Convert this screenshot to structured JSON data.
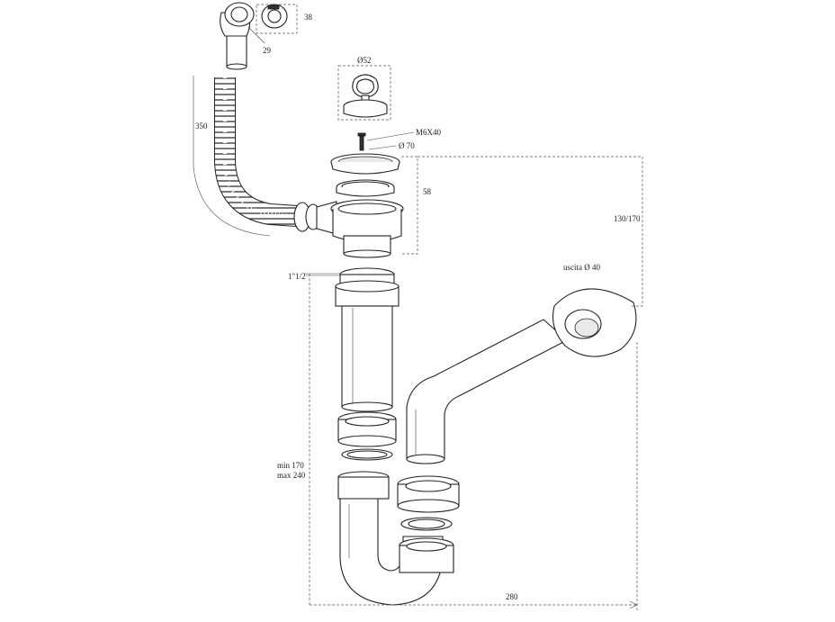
{
  "labels": {
    "d38": "38",
    "d29": "29",
    "d350": "350",
    "d52": "Ø52",
    "screw": "M6X40",
    "d70": "Ø 70",
    "d58": "58",
    "d130_170": "130/170",
    "uscita": "uscita  Ø  40",
    "thread": "1\"1/2",
    "min": "min 170",
    "max": "max 240",
    "d280": "280"
  },
  "colors": {
    "line": "#333333",
    "fill": "#ffffff",
    "shade": "#e9e9e9"
  }
}
